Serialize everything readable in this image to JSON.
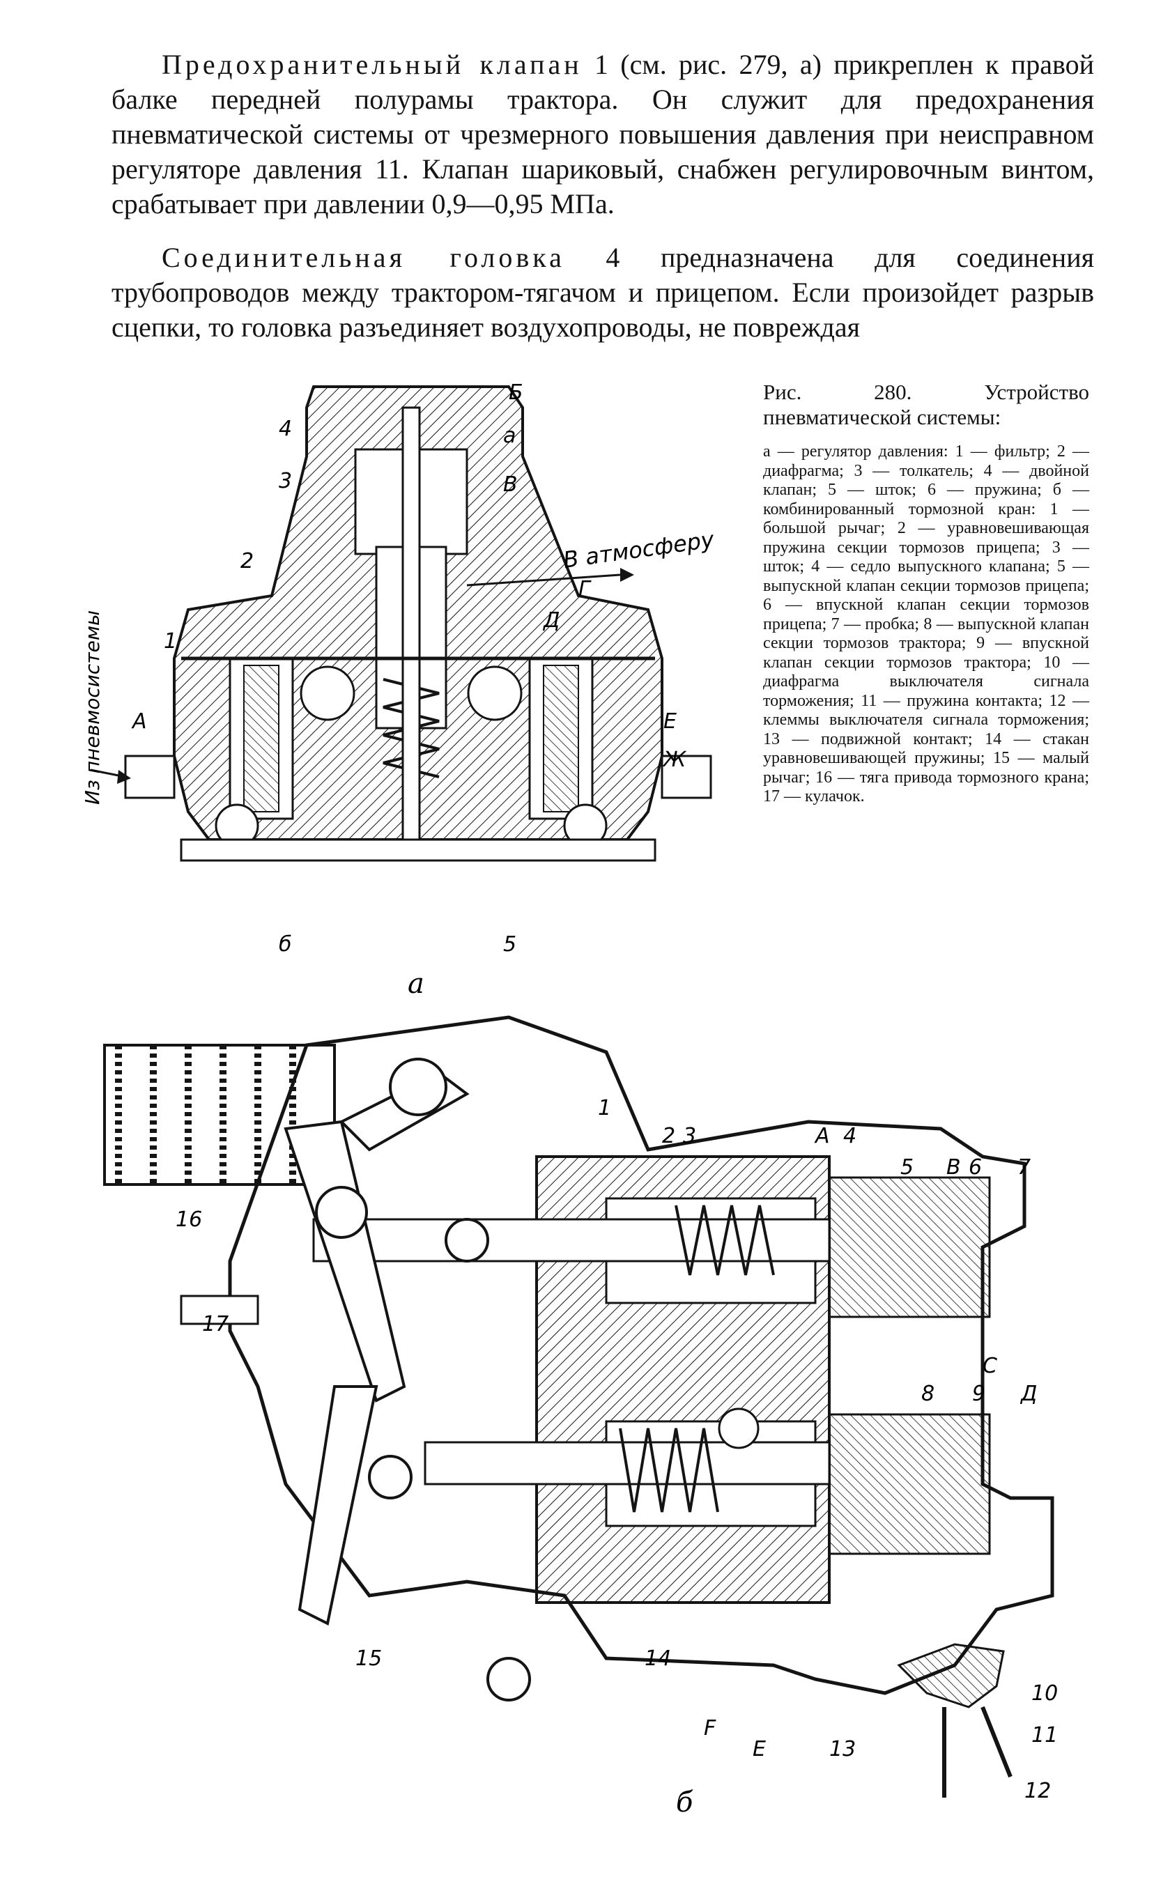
{
  "paragraph1": {
    "lead": "Предохранительный клапан",
    "text": " 1 (см. рис. 279, а) прикреплен к правой балке передней полурамы трактора. Он служит для предохранения пневматической системы от чрезмерного повышения давления при неисправном регуляторе давления 11. Клапан шариковый, снабжен регулировочным винтом, срабатывает при давлении 0,9—0,95 МПа."
  },
  "paragraph2": {
    "lead": "Соединительная головка",
    "text": " 4 предназначена для соединения трубопроводов между трактором-тягачом и прицепом. Если произойдет разрыв сцепки, то головка разъединяет воздухопроводы, не повреждая"
  },
  "caption": {
    "title": "Рис. 280. Устройство пневматической системы:",
    "legend": "а — регулятор давления: 1 — фильтр; 2 — диафрагма; 3 — толкатель; 4 — двойной клапан; 5 — шток; 6 — пружина; б — комбинированный тормозной кран: 1 — большой рычаг; 2 — уравновешивающая пружина секции тормозов прицепа; 3 — шток; 4 — седло выпускного клапана; 5 — выпускной клапан секции тормозов прицепа; 6 — впускной клапан секции тормозов прицепа; 7 — пробка; 8 — выпускной клапан секции тормозов трактора; 9 — впускной клапан секции тормозов трактора; 10 — диафрагма выключателя сигнала торможения; 11 — пружина контакта; 12 — клеммы выключателя сигнала торможения; 13 — подвижной контакт; 14 — стакан уравновешивающей пружины; 15 — малый рычаг; 16 — тяга привода тормозного крана; 17 — кулачок."
  },
  "figureA": {
    "label": "а",
    "inlet_text": "Из пневмосистемы",
    "outlet_text": "В атмосферу",
    "callouts": [
      "Б",
      "4",
      "а",
      "3",
      "В",
      "2",
      "Г",
      "Д",
      "1",
      "А",
      "Е",
      "Ж",
      "б",
      "5"
    ]
  },
  "figureB": {
    "label": "б",
    "callouts": [
      "1",
      "2",
      "3",
      "А",
      "4",
      "5",
      "В",
      "6",
      "7",
      "16",
      "17",
      "С",
      "8",
      "9",
      "Д",
      "15",
      "14",
      "F",
      "Е",
      "13",
      "10",
      "11",
      "12"
    ]
  },
  "colors": {
    "ink": "#141414",
    "paper": "#ffffff"
  }
}
